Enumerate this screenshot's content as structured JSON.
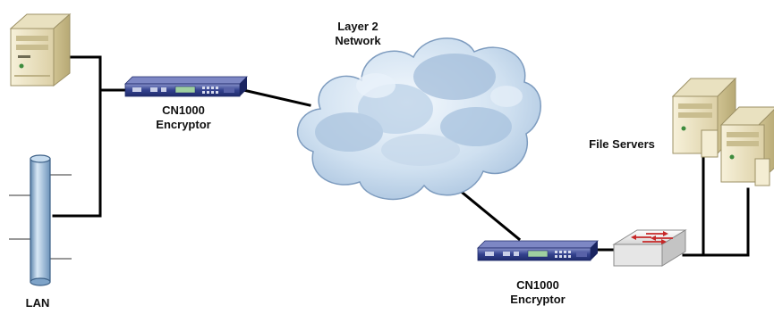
{
  "labels": {
    "cloud_line1": "Layer 2",
    "cloud_line2": "Network",
    "encryptor_top_line1": "CN1000",
    "encryptor_top_line2": "Encryptor",
    "encryptor_bottom_line1": "CN1000",
    "encryptor_bottom_line2": "Encryptor",
    "file_servers": "File Servers",
    "lan": "LAN"
  },
  "icons": {
    "workstation": "desktop-tower-icon",
    "encryptor": "rack-appliance-icon",
    "cloud": "network-cloud-icon",
    "switch": "network-switch-icon",
    "file_servers": "server-tower-icon",
    "lan": "lan-bus-pipe-icon"
  },
  "colors": {
    "cloud_light": "#e2edf7",
    "cloud_mid": "#a9c4df",
    "cloud_dark": "#6f8fb2",
    "device_body": "#2e3b8c",
    "device_top": "#6c78b8",
    "lan_pipe": "#8eb3d6",
    "server_body": "#efe7c8",
    "line": "#000000"
  }
}
